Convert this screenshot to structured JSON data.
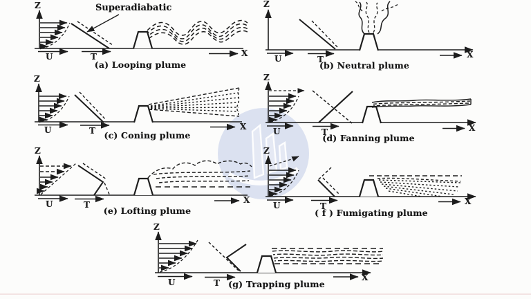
{
  "figure": {
    "background": "#fcfcfb",
    "ink_color": "#1d1d1d",
    "watermark_color": "#d9dff0",
    "separator_color": "#eed6d6"
  },
  "annotation": {
    "superadiabatic": "Superadiabatic"
  },
  "panels": [
    {
      "key": "a",
      "caption": "(a) Looping plume",
      "labels": {
        "z": "Z",
        "u": "U",
        "t": "T",
        "x": "X"
      }
    },
    {
      "key": "b",
      "caption": "(b) Neutral plume",
      "labels": {
        "z": "Z",
        "u": "U",
        "t": "T",
        "x": "X"
      }
    },
    {
      "key": "c",
      "caption": "(c) Coning plume",
      "labels": {
        "z": "Z",
        "u": "U",
        "t": "T",
        "x": "X"
      }
    },
    {
      "key": "d",
      "caption": "(d) Fanning plume",
      "labels": {
        "z": "Z",
        "u": "U",
        "t": "T",
        "x": "X"
      }
    },
    {
      "key": "e",
      "caption": "(e) Lofting plume",
      "labels": {
        "z": "Z",
        "u": "U",
        "t": "T",
        "x": "X"
      }
    },
    {
      "key": "f",
      "caption": "( f ) Fumigating plume",
      "labels": {
        "z": "Z",
        "u": "U",
        "t": "T",
        "x": "X"
      }
    },
    {
      "key": "g",
      "caption": "(g) Trapping plume",
      "labels": {
        "z": "Z",
        "u": "U",
        "t": "T",
        "x": "X"
      }
    }
  ]
}
